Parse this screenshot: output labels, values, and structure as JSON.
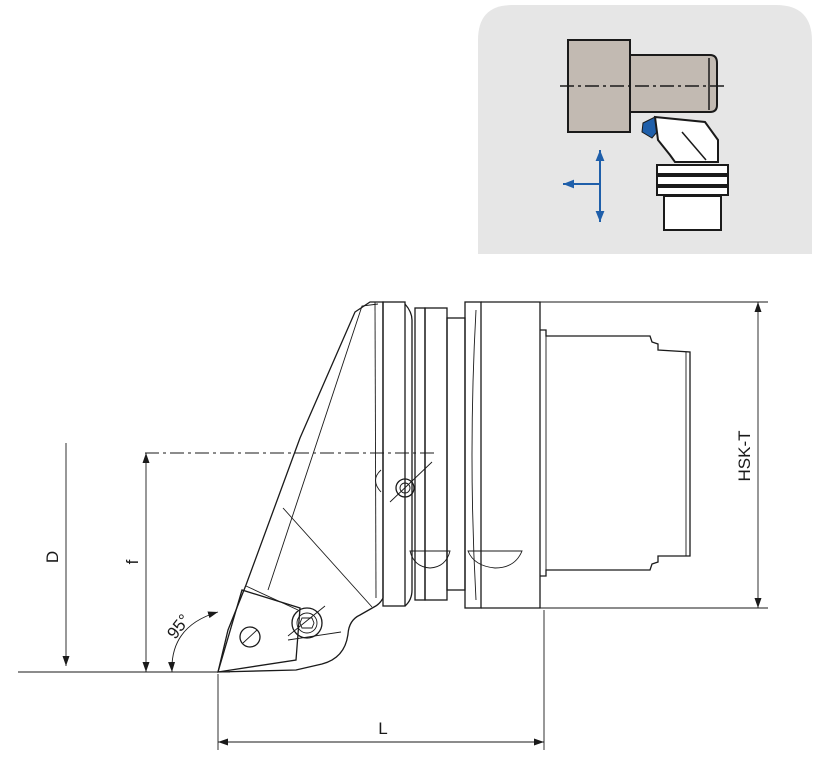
{
  "labels": {
    "d": "D",
    "f": "f",
    "angle": "95°",
    "length": "L",
    "shank": "HSK-T"
  },
  "colors": {
    "inset_background": "#e6e6e6",
    "workpiece": "#c2bab2",
    "arrows": "#1f5faa",
    "insert": "#1f5faa"
  },
  "icons": {
    "inset": "turning-operation-icon"
  }
}
